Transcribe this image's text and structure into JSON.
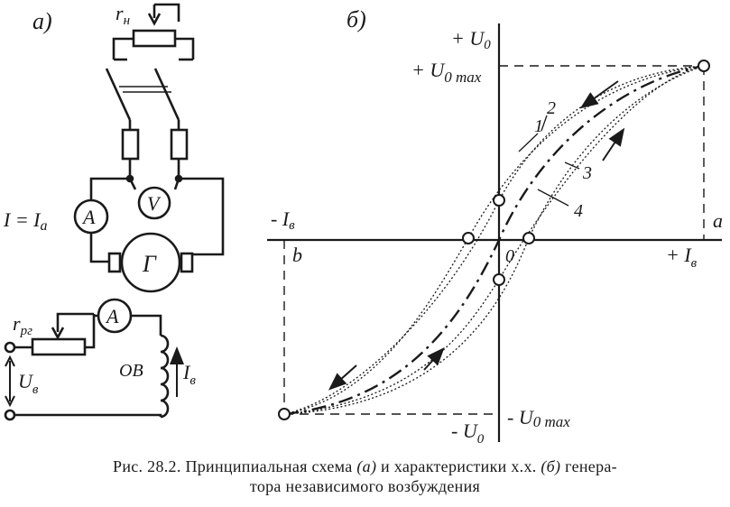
{
  "panel_labels": {
    "a": "а)",
    "b": "б)"
  },
  "schematic": {
    "load_resistor": "r",
    "load_resistor_sub": "н",
    "voltmeter": "V",
    "ammeter_armature": "A",
    "armature_current": "I = I",
    "armature_current_sub": "a",
    "generator": "Г",
    "ammeter_field": "A",
    "field_rheostat": "r",
    "field_rheostat_sub": "рг",
    "field_voltage": "U",
    "field_voltage_sub": "в",
    "field_winding": "ОВ",
    "field_current": "I",
    "field_current_sub": "в"
  },
  "graph": {
    "y_pos_label": "+ U",
    "y_pos_sub": "0",
    "y_max_pos_label": "+ U",
    "y_max_pos_sub": "0 max",
    "y_neg_label": "- U",
    "y_neg_sub": "0",
    "y_max_neg_label": "- U",
    "y_max_neg_sub": "0 max",
    "x_neg_label": "- I",
    "x_neg_sub": "в",
    "x_pos_label": "+ I",
    "x_pos_sub": "в",
    "origin": "0",
    "point_a": "a",
    "point_b": "b",
    "curve_labels": [
      "1",
      "2",
      "3",
      "4"
    ]
  },
  "caption": {
    "line1_start": "Рис. 28.2. Принципиальная схема ",
    "line1_a": "(а)",
    "line1_mid": " и характеристики х.х. ",
    "line1_b": "(б)",
    "line1_end": " генера-",
    "line2": "тора независимого возбуждения"
  }
}
